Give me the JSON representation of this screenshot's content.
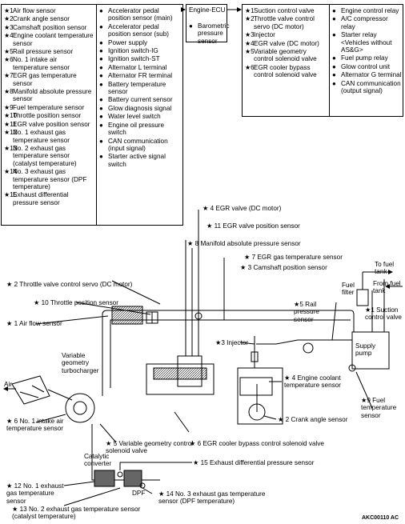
{
  "inputs": {
    "col1": [
      {
        "mark": "★1",
        "text": "Air flow sensor"
      },
      {
        "mark": "★2",
        "text": "Crank angle sensor"
      },
      {
        "mark": "★3",
        "text": "Camshaft position sensor"
      },
      {
        "mark": "★4",
        "text": "Engine coolant temperature sensor"
      },
      {
        "mark": "★5",
        "text": "Rail pressure sensor"
      },
      {
        "mark": "★6",
        "text": "No. 1 intake air temperature sensor"
      },
      {
        "mark": "★7",
        "text": "EGR gas temperature sensor"
      },
      {
        "mark": "★8",
        "text": "Manifold absolute pressure sensor"
      },
      {
        "mark": "★9",
        "text": "Fuel temperature sensor"
      },
      {
        "mark": "★10",
        "text": "Throttle position sensor"
      },
      {
        "mark": "★11",
        "text": "EGR valve position sensor"
      },
      {
        "mark": "★12",
        "text": "No. 1 exhaust gas temperature sensor"
      },
      {
        "mark": "★13",
        "text": "No. 2 exhaust gas temperature sensor (catalyst temperature)"
      },
      {
        "mark": "★14",
        "text": "No. 3 exhaust gas temperature sensor (DPF temperature)"
      },
      {
        "mark": "★15",
        "text": "Exhaust differential pressure sensor"
      }
    ],
    "col2": [
      {
        "mark": "●",
        "text": "Accelerator pedal position sensor (main)"
      },
      {
        "mark": "●",
        "text": "Accelerator pedal position sensor (sub)"
      },
      {
        "mark": "●",
        "text": "Power supply"
      },
      {
        "mark": "●",
        "text": "Ignition switch-IG"
      },
      {
        "mark": "●",
        "text": "Ignition switch-ST"
      },
      {
        "mark": "●",
        "text": "Alternator L terminal"
      },
      {
        "mark": "●",
        "text": "Alternator FR terminal"
      },
      {
        "mark": "●",
        "text": "Battery temperature sensor"
      },
      {
        "mark": "●",
        "text": "Battery current sensor"
      },
      {
        "mark": "●",
        "text": "Glow diagnosis signal"
      },
      {
        "mark": "●",
        "text": "Water level switch"
      },
      {
        "mark": "●",
        "text": "Engine oil pressure switch"
      },
      {
        "mark": "●",
        "text": "CAN communication (input signal)"
      },
      {
        "mark": "●",
        "text": "Starter active signal switch"
      }
    ]
  },
  "ecu": {
    "title": "Engine-ECU",
    "sub": [
      {
        "mark": "●",
        "text": "Barometric pressure sensor"
      }
    ]
  },
  "outputs": {
    "col1": [
      {
        "mark": "★1",
        "text": "Suction control valve"
      },
      {
        "mark": "★2",
        "text": "Throttle valve control servo (DC motor)"
      },
      {
        "mark": "★3",
        "text": "Injector"
      },
      {
        "mark": "★4",
        "text": "EGR valve (DC motor)"
      },
      {
        "mark": "★5",
        "text": "Variable geometry control solenoid valve"
      },
      {
        "mark": "★6",
        "text": "EGR cooler bypass control solenoid valve"
      }
    ],
    "col2": [
      {
        "mark": "●",
        "text": "Engine control relay"
      },
      {
        "mark": "●",
        "text": "A/C compressor relay"
      },
      {
        "mark": "●",
        "text": "Starter relay <Vehicles without AS&G>"
      },
      {
        "mark": "●",
        "text": "Fuel pump relay"
      },
      {
        "mark": "●",
        "text": "Glow control unit"
      },
      {
        "mark": "●",
        "text": "Alternator G terminal"
      },
      {
        "mark": "●",
        "text": "CAN communication (output signal)"
      }
    ]
  },
  "labels": {
    "egr_valve": "★ 4  EGR valve (DC motor)",
    "egr_pos": "★ 11  EGR valve position sensor",
    "map": "★ 8  Manifold absolute pressure sensor",
    "egr_temp": "★ 7  EGR gas temperature sensor",
    "cam": "★ 3  Camshaft position sensor",
    "to_fuel_tank": "To fuel tank",
    "fuel_filter": "Fuel filter",
    "from_fuel_tank": "From fuel tank",
    "suction": "★1  Suction control valve",
    "throttle_servo": "★ 2  Throttle valve control servo (DC motor)",
    "throttle_pos": "★ 10 Throttle position sensor",
    "rail": "★5  Rail pressure sensor",
    "airflow": "★ 1  Air flow sensor",
    "injector": "★3  Injector",
    "supply_pump": "Supply pump",
    "vgt": "Variable geometry turbocharger",
    "air": "Air",
    "coolant": "★ 4  Engine coolant temperature sensor",
    "fuel_temp": "★9  Fuel temperature sensor",
    "crank": "★ 2  Crank angle sensor",
    "intake_temp": "★ 6  No. 1 intake air temperature sensor",
    "vg_solenoid": "★ 5  Variable geometry control solenoid valve",
    "bypass": "★ 6  EGR cooler bypass control solenoid valve",
    "catconv": "Catalytic converter",
    "diffp": "★ 15  Exhaust differential pressure sensor",
    "exh1": "★ 12  No. 1 exhaust gas temperature sensor",
    "dpf": "DPF",
    "exh3": "★ 14  No. 3 exhaust gas temperature sensor (DPF temperature)",
    "exh2": "★ 13  No. 2 exhaust gas temperature sensor (catalyst temperature)",
    "code": "AKC00110 AC"
  }
}
